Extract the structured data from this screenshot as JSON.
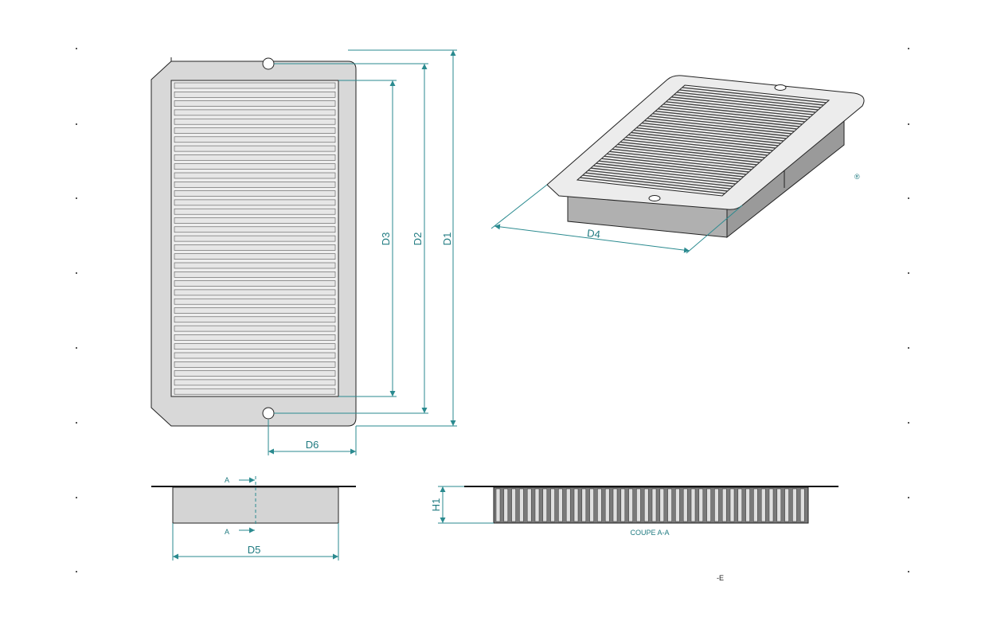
{
  "labels": {
    "d1": "D1",
    "d2": "D2",
    "d3": "D3",
    "d4": "D4",
    "d5": "D5",
    "d6": "D6",
    "h1": "H1",
    "section_mark_top": "A",
    "section_mark_bottom": "A",
    "section_caption": "COUPE A-A",
    "corner_mark": "-E"
  },
  "colors": {
    "dimension": "#1f7a80",
    "plate": "#d8d8d8",
    "slat_dark": "#6a6a6a",
    "outline": "#222222"
  }
}
